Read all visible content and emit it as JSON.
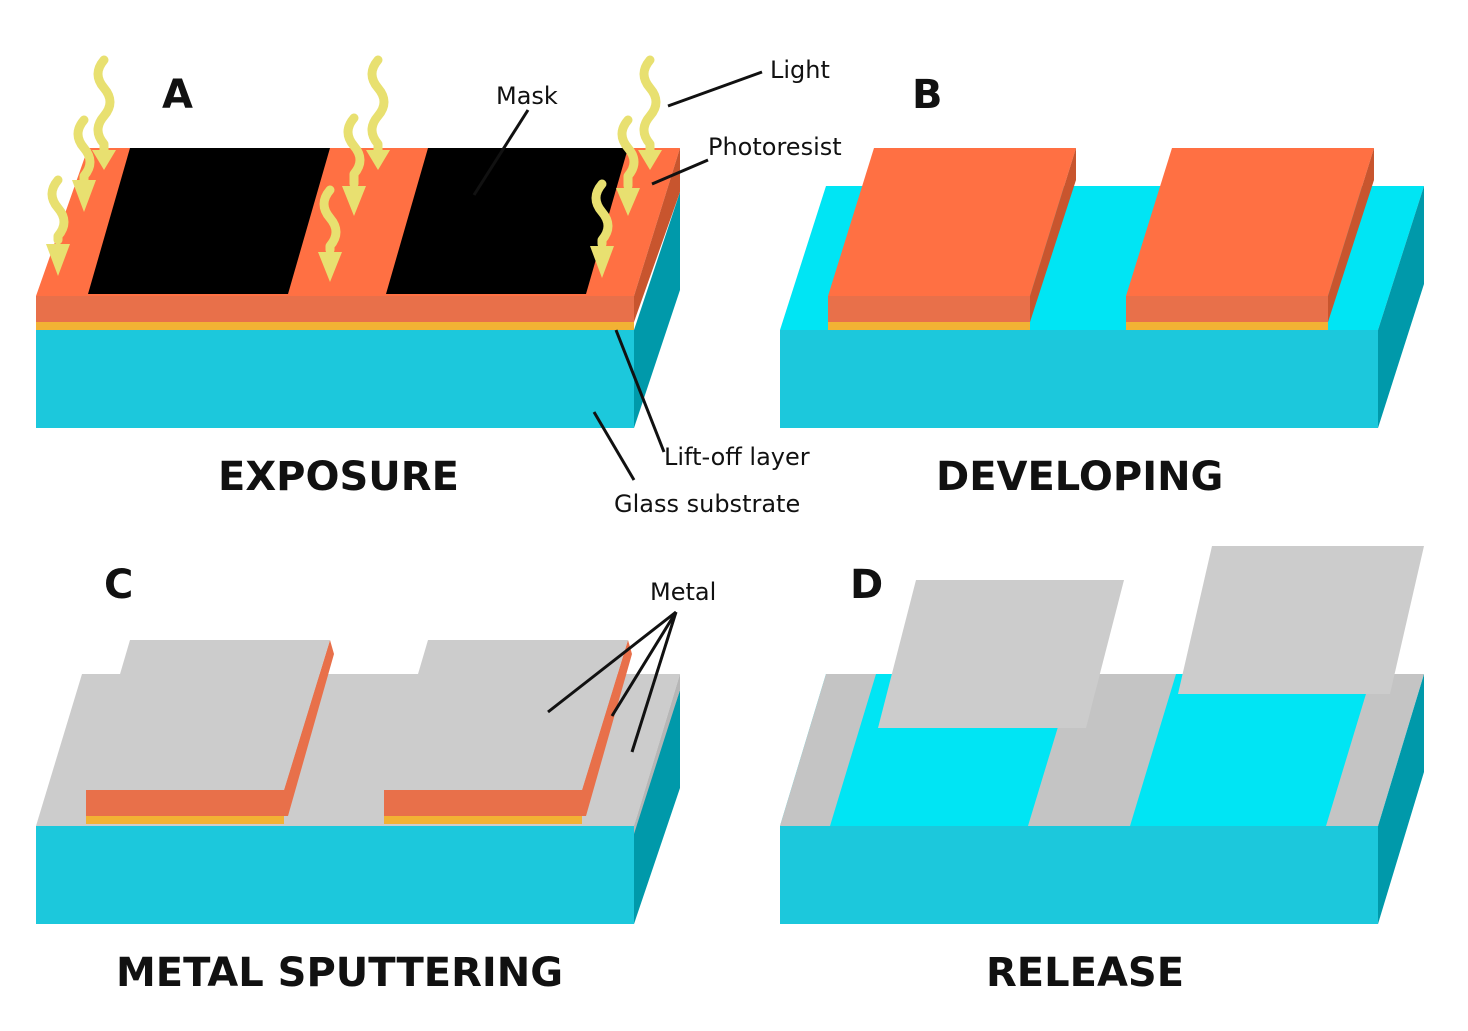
{
  "colors": {
    "substrate_top": "#00e5f4",
    "substrate_front": "#1cc8dc",
    "substrate_side": "#0099aa",
    "photoresist": "#ff7043",
    "photoresist_front": "#e8704a",
    "photoresist_side": "#c8552e",
    "liftoff": "#f2b234",
    "mask": "#000000",
    "metal": "#cccccc",
    "light": "#e8e070"
  },
  "panels": {
    "a": {
      "letter": "A",
      "title": "EXPOSURE"
    },
    "b": {
      "letter": "B",
      "title": "DEVELOPING"
    },
    "c": {
      "letter": "C",
      "title": "METAL SPUTTERING"
    },
    "d": {
      "letter": "D",
      "title": "RELEASE"
    }
  },
  "labels": {
    "mask": "Mask",
    "light": "Light",
    "photoresist": "Photoresist",
    "liftoff": "Lift-off layer",
    "glass": "Glass substrate",
    "metal": "Metal"
  }
}
